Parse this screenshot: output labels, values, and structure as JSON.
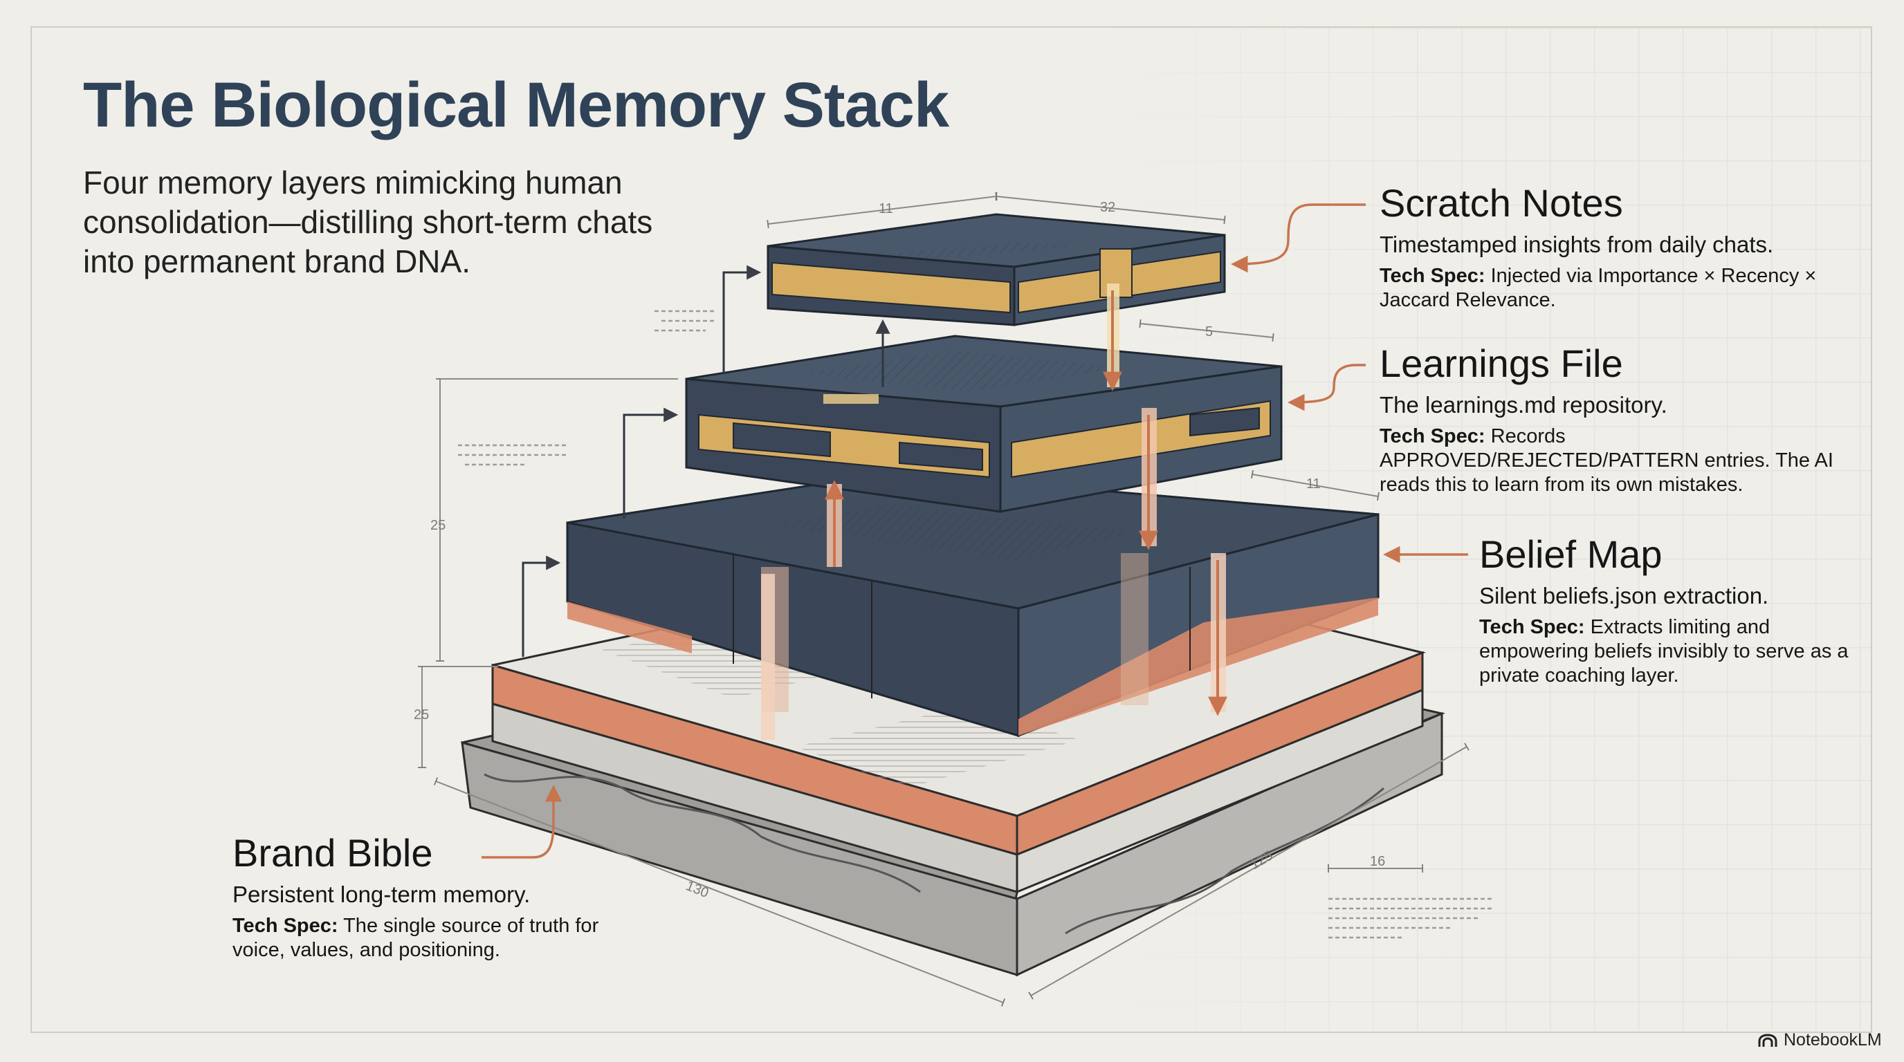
{
  "title": "The Biological Memory Stack",
  "subtitle": "Four memory layers mimicking human consolidation—distilling short-term chats into permanent brand DNA.",
  "layers": {
    "scratch_notes": {
      "name": "Scratch Notes",
      "description": "Timestamped insights from daily chats.",
      "spec_label": "Tech Spec:",
      "spec_text": " Injected via Importance × Recency × Jaccard Relevance."
    },
    "learnings_file": {
      "name": "Learnings File",
      "description": "The learnings.md repository.",
      "spec_label": "Tech Spec:",
      "spec_text": " Records APPROVED/REJECTED/PATTERN entries. The AI reads this to learn from its own mistakes."
    },
    "belief_map": {
      "name": "Belief Map",
      "description": "Silent beliefs.json extraction.",
      "spec_label": "Tech Spec:",
      "spec_text": " Extracts limiting and empowering beliefs invisibly to serve as a private coaching layer."
    },
    "brand_bible": {
      "name": "Brand Bible",
      "description": "Persistent long-term memory.",
      "spec_label": "Tech Spec:",
      "spec_text": " The single source of truth for voice, values, and positioning."
    }
  },
  "dimensions": {
    "d1": "11",
    "d2": "32",
    "d3": "5",
    "d4": "11",
    "d5": "25",
    "d6": "25",
    "d7": "16",
    "d8": "130",
    "d9": "125"
  },
  "branding": {
    "name": "NotebookLM",
    "icon": "notebooklm-icon"
  },
  "colors": {
    "title": "#2f4257",
    "slate": "#3e4b5d",
    "gold": "#d7ad62",
    "copper": "#d98a6a",
    "concrete": "#d4d3cf",
    "arrow": "#c8744f"
  }
}
